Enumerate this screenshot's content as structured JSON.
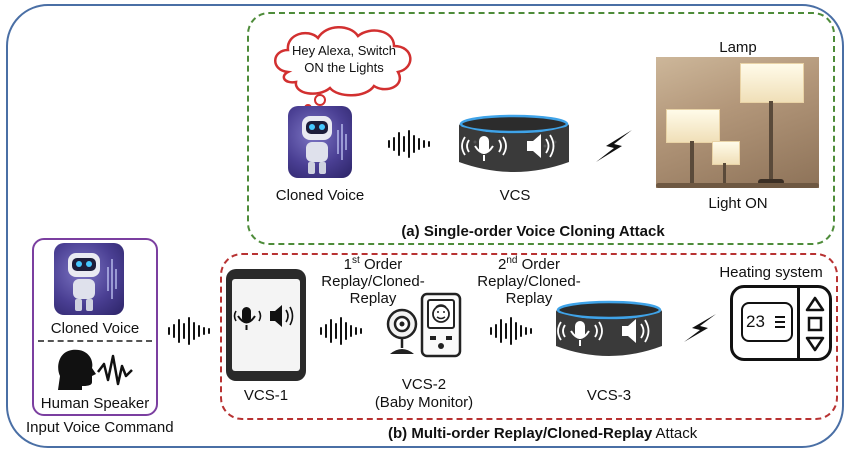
{
  "speech_bubble": {
    "line1": "Hey Alexa, Switch",
    "line2": "ON the Lights"
  },
  "panel_a": {
    "cloned_voice_label": "Cloned Voice",
    "vcs_label": "VCS",
    "lamp_label": "Lamp",
    "light_on_label": "Light ON",
    "caption": "(a) Single-order Voice Cloning Attack"
  },
  "input": {
    "cloned_voice_label": "Cloned Voice",
    "human_speaker_label": "Human Speaker",
    "caption": "Input Voice Command"
  },
  "panel_b": {
    "first_order_pre": "1",
    "first_order_sup": "st",
    "first_order_post": " Order",
    "first_order_line2": "Replay/Cloned-",
    "first_order_line3": "Replay",
    "second_order_pre": "2",
    "second_order_sup": "nd",
    "second_order_post": " Order",
    "second_order_line2": "Replay/Cloned-",
    "second_order_line3": "Replay",
    "heating_label": "Heating system",
    "thermostat_value": "23",
    "vcs1_label": "VCS-1",
    "vcs2_label": "VCS-2",
    "vcs2_sub": "(Baby Monitor)",
    "vcs3_label": "VCS-3",
    "caption_bold": "(b) Multi-order Replay/Cloned-Replay",
    "caption_normal": " Attack"
  },
  "colors": {
    "outer_border": "#4a6fa5",
    "panel_a_border": "#4e8c3a",
    "panel_b_border": "#b83232",
    "input_border": "#7b3fa0",
    "echo_ring": "#3fa3e8"
  }
}
